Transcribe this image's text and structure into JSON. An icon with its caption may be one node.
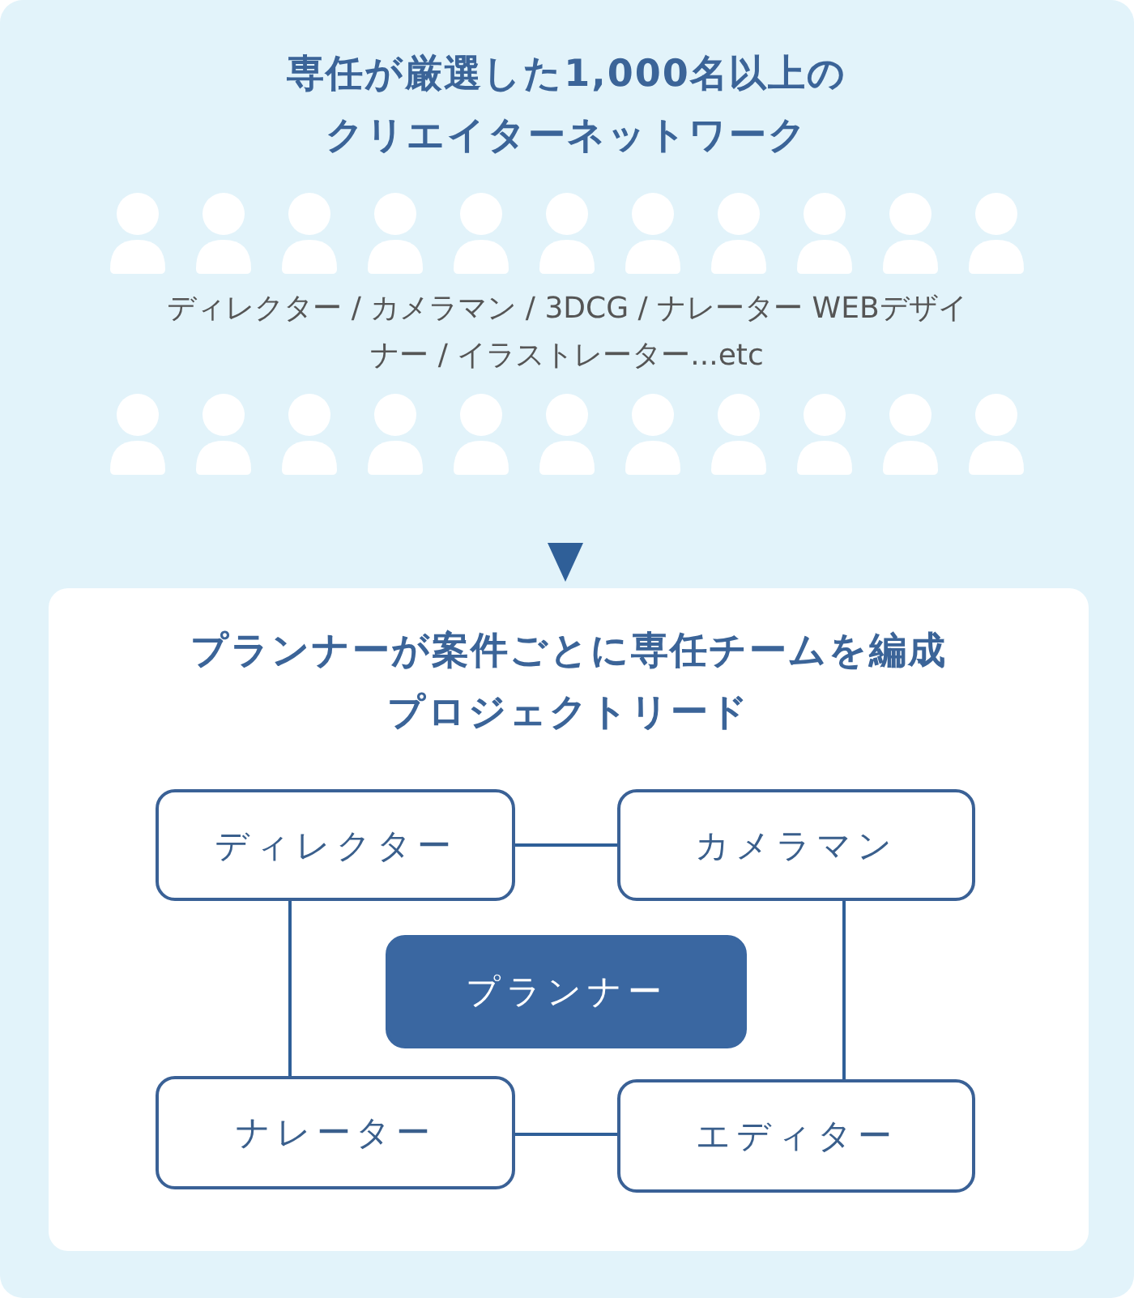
{
  "diagram": {
    "nodes": [
      {
        "text": [
          "専任が厳選した1,000名以上のクリエイターネットワーク",
          "ディレクター / カメラマン / 3DCG / ナレーター WEBデザイナー / イラストレーター...etc"
        ]
      },
      {
        "text": [
          "プランナーが案件ごとに専任チームを編成プロジェクトリード"
        ],
        "in": 0
      },
      {
        "text": [
          "ディレクター"
        ],
        "in": 1
      },
      {
        "text": [
          "カメラマン"
        ],
        "in": 1
      },
      {
        "text": [
          "プランナー"
        ],
        "in": 1
      },
      {
        "text": [
          "ナレーター"
        ],
        "in": 1
      },
      {
        "text": [
          "エディター"
        ],
        "in": 1
      }
    ],
    "edges": [
      {
        "from": null,
        "to": 1,
        "arrow": "to"
      },
      {
        "from": 2,
        "to": 3,
        "arrow": "none"
      },
      {
        "from": 2,
        "to": 5,
        "arrow": "none"
      },
      {
        "from": 3,
        "to": 6,
        "arrow": "none"
      },
      {
        "from": 5,
        "to": 6,
        "arrow": "none"
      }
    ]
  }
}
